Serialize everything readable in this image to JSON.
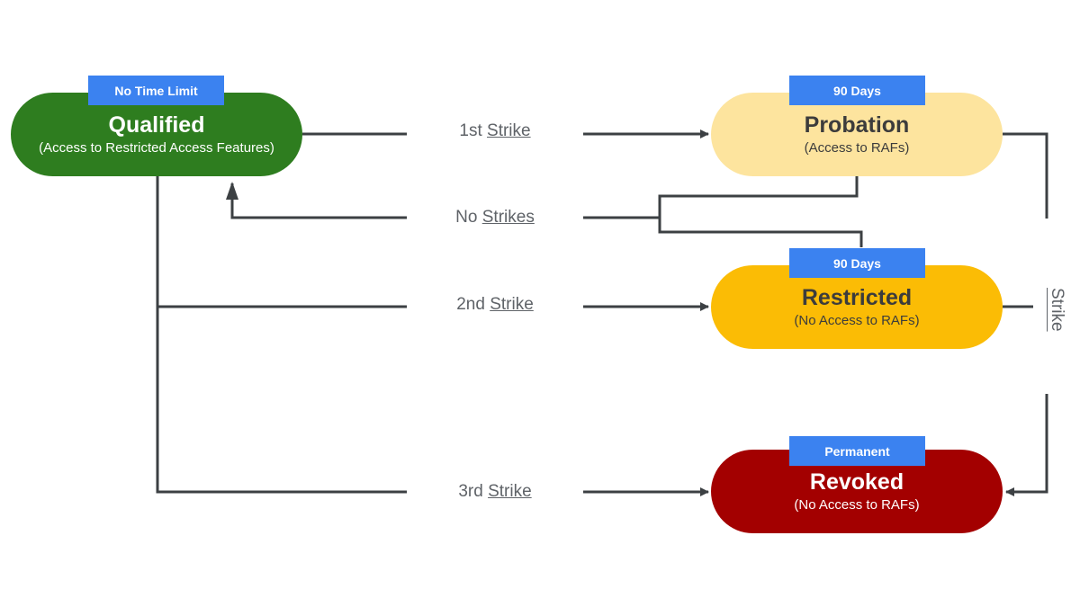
{
  "nodes": {
    "qualified": {
      "title": "Qualified",
      "subtitle": "(Access to Restricted Access Features)",
      "badge": "No Time Limit",
      "fill": "#2e7d1f",
      "text_color": "#ffffff"
    },
    "probation": {
      "title": "Probation",
      "subtitle": "(Access to RAFs)",
      "badge": "90 Days",
      "fill": "#fde49e",
      "text_color": "#3c3c3c"
    },
    "restricted": {
      "title": "Restricted",
      "subtitle": "(No Access to RAFs)",
      "badge": "90 Days",
      "fill": "#fbbc05",
      "text_color": "#3c3c3c"
    },
    "revoked": {
      "title": "Revoked",
      "subtitle": "(No Access to RAFs)",
      "badge": "Permanent",
      "fill": "#a30000",
      "text_color": "#ffffff"
    }
  },
  "edges": {
    "first_strike": {
      "prefix": "1st ",
      "word": "Strike"
    },
    "no_strikes": {
      "prefix": "No ",
      "word": "Strikes"
    },
    "second_strike": {
      "prefix": "2nd ",
      "word": "Strike"
    },
    "third_strike": {
      "prefix": "3rd ",
      "word": "Strike"
    },
    "side_strike": {
      "word": "Strike"
    }
  },
  "colors": {
    "line": "#3c4043",
    "badge": "#3b82f0"
  }
}
